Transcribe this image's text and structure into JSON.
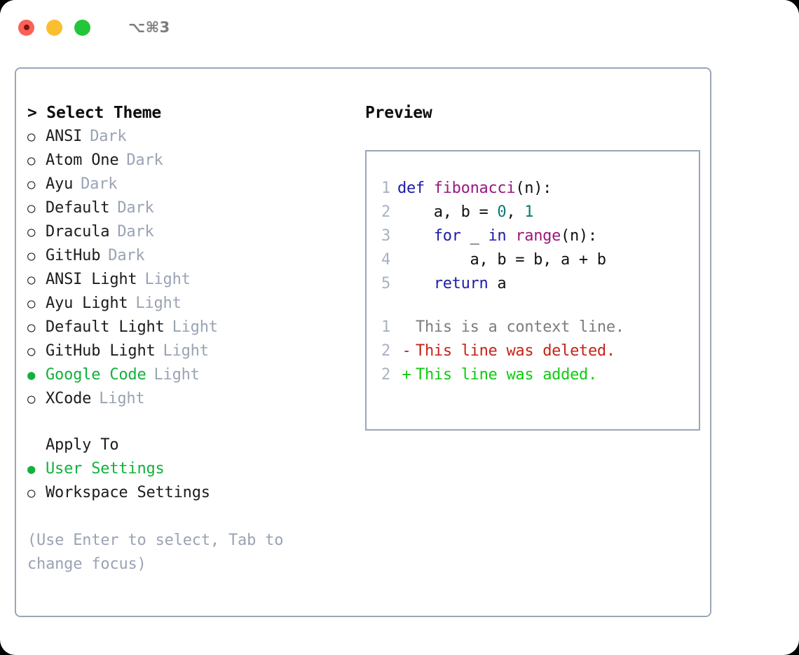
{
  "titlebar": {
    "shortcut": "⌥⌘3",
    "buttons": [
      {
        "name": "close",
        "color": "#fa6157"
      },
      {
        "name": "minimize",
        "color": "#fbbe2e"
      },
      {
        "name": "zoom",
        "color": "#24c53a"
      }
    ]
  },
  "theme_list": {
    "header": "> Select Theme",
    "marker_selected": "●",
    "marker_unselected": "○",
    "selected_color": "#11b23c",
    "kind_color": "#9aa3b4",
    "items": [
      {
        "name": "ANSI",
        "kind": "Dark",
        "selected": false
      },
      {
        "name": "Atom One",
        "kind": "Dark",
        "selected": false
      },
      {
        "name": "Ayu",
        "kind": "Dark",
        "selected": false
      },
      {
        "name": "Default",
        "kind": "Dark",
        "selected": false
      },
      {
        "name": "Dracula",
        "kind": "Dark",
        "selected": false
      },
      {
        "name": "GitHub",
        "kind": "Dark",
        "selected": false
      },
      {
        "name": "ANSI Light",
        "kind": "Light",
        "selected": false
      },
      {
        "name": "Ayu Light",
        "kind": "Light",
        "selected": false
      },
      {
        "name": "Default Light",
        "kind": "Light",
        "selected": false
      },
      {
        "name": "GitHub Light",
        "kind": "Light",
        "selected": false
      },
      {
        "name": "Google Code",
        "kind": "Light",
        "selected": true
      },
      {
        "name": "XCode",
        "kind": "Light",
        "selected": false
      }
    ]
  },
  "apply_to": {
    "header": "Apply To",
    "options": [
      {
        "label": "User Settings",
        "selected": true
      },
      {
        "label": "Workspace Settings",
        "selected": false
      }
    ]
  },
  "hint": "(Use Enter to select, Tab to change focus)",
  "preview": {
    "title": "Preview",
    "code": [
      {
        "no": "1",
        "tokens": [
          {
            "t": "def",
            "c": "kw"
          },
          {
            "t": " ",
            "c": "plain"
          },
          {
            "t": "fibonacci",
            "c": "fn"
          },
          {
            "t": "(n):",
            "c": "plain"
          }
        ]
      },
      {
        "no": "2",
        "tokens": [
          {
            "t": "    a, b = ",
            "c": "plain"
          },
          {
            "t": "0",
            "c": "num"
          },
          {
            "t": ", ",
            "c": "plain"
          },
          {
            "t": "1",
            "c": "num"
          }
        ]
      },
      {
        "no": "3",
        "tokens": [
          {
            "t": "    ",
            "c": "plain"
          },
          {
            "t": "for",
            "c": "kw"
          },
          {
            "t": " _ ",
            "c": "plain"
          },
          {
            "t": "in",
            "c": "kw"
          },
          {
            "t": " ",
            "c": "plain"
          },
          {
            "t": "range",
            "c": "fn"
          },
          {
            "t": "(n):",
            "c": "plain"
          }
        ]
      },
      {
        "no": "4",
        "tokens": [
          {
            "t": "        a, b = b, a + b",
            "c": "plain"
          }
        ]
      },
      {
        "no": "5",
        "tokens": [
          {
            "t": "    ",
            "c": "plain"
          },
          {
            "t": "return",
            "c": "kw"
          },
          {
            "t": " a",
            "c": "plain"
          }
        ]
      }
    ],
    "diff": [
      {
        "no": "1",
        "sign": " ",
        "text": "This is a context line.",
        "kind": "context"
      },
      {
        "no": "2",
        "sign": "-",
        "text": "This line was deleted.",
        "kind": "deleted"
      },
      {
        "no": "2",
        "sign": "+",
        "text": "This line was added.",
        "kind": "added"
      }
    ],
    "syntax_colors": {
      "keyword": "#1c1ca8",
      "function": "#99197e",
      "number": "#0a7a72",
      "plain": "#111111",
      "lineno": "#a8b2c1",
      "diff_context": "#7d7d7d",
      "diff_deleted": "#c62317",
      "diff_added": "#0ecb0e"
    }
  }
}
